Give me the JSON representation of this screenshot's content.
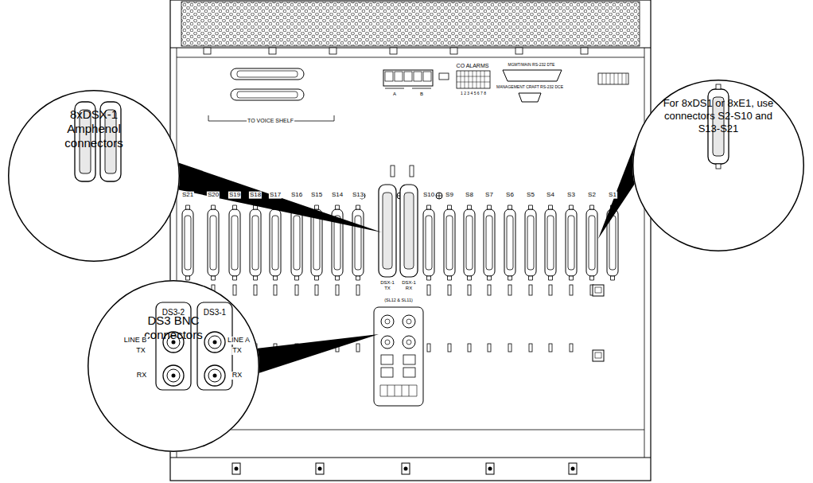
{
  "diagram": {
    "nodes": [
      {
        "text": [
          "8xDSX-1 Amphenol connectors"
        ]
      },
      {
        "text": [
          "For 8xDS1 or 8xE1, use connectors S2-S10 and S13-S21"
        ]
      },
      {
        "text": [
          "DS3 BNC connectors"
        ]
      }
    ],
    "labels": [
      "TO VOICE SHELF",
      "CO ALARMS",
      "1 2 3 4 5 6 7 8",
      "A",
      "B",
      "S21",
      "S20",
      "S19",
      "S18",
      "S17",
      "S16",
      "S15",
      "S14",
      "S13",
      "S10",
      "S9",
      "S8",
      "S7",
      "S6",
      "S5",
      "S4",
      "S3",
      "S2",
      "S1",
      "DSX-1 TX",
      "DSX-1 RX",
      "(SL12 & SL11)",
      "DS3-2",
      "DS3-1",
      "LINE B",
      "TX",
      "RX",
      "LINE A",
      "TX",
      "RX",
      "MGMT/MAIN RS-232 DTE",
      "MANAGEMENT CRAFT RS-232 DCE"
    ]
  }
}
